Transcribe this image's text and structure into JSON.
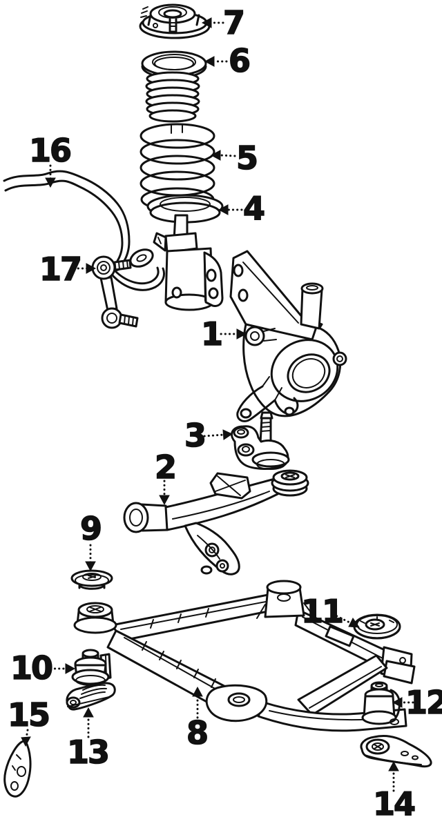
{
  "figure": {
    "kind": "exploded-parts-line-diagram",
    "ink_color": "#111111",
    "background_color": "#ffffff"
  },
  "callouts": [
    {
      "number": "1"
    },
    {
      "number": "2"
    },
    {
      "number": "3"
    },
    {
      "number": "4"
    },
    {
      "number": "5"
    },
    {
      "number": "6"
    },
    {
      "number": "7"
    },
    {
      "number": "8"
    },
    {
      "number": "9"
    },
    {
      "number": "10"
    },
    {
      "number": "11"
    },
    {
      "number": "12"
    },
    {
      "number": "13"
    },
    {
      "number": "14"
    },
    {
      "number": "15"
    },
    {
      "number": "16"
    },
    {
      "number": "17"
    }
  ]
}
